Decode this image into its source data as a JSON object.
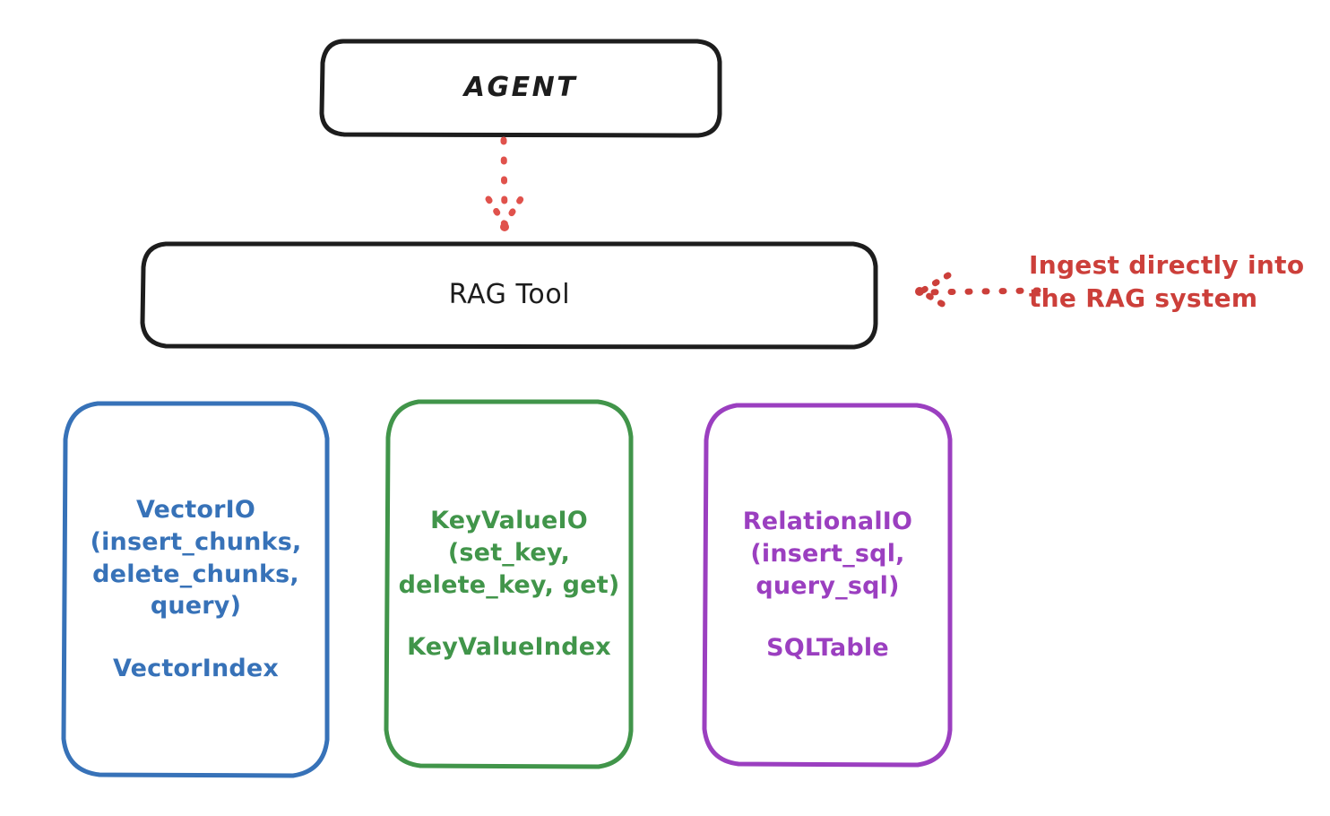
{
  "diagram": {
    "title_hidden": "RAG Tool architecture",
    "background": "#ffffff",
    "nodes": {
      "agent": {
        "label": "AGENT",
        "stroke": "#1d1d1d",
        "shape": "rounded-rectangle"
      },
      "rag_tool": {
        "label": "RAG Tool",
        "stroke": "#1d1d1d",
        "shape": "rounded-rectangle"
      },
      "vector_io": {
        "label": "VectorIO\n(insert_chunks,\ndelete_chunks,\nquery)",
        "secondary_label": "VectorIndex",
        "stroke": "#3772b8",
        "shape": "rounded-rectangle"
      },
      "key_value_io": {
        "label": "KeyValueIO\n(set_key,\ndelete_key, get)",
        "secondary_label": "KeyValueIndex",
        "stroke": "#41954a",
        "shape": "rounded-rectangle"
      },
      "relational_io": {
        "label": "RelationalIO\n(insert_sql,\nquery_sql)",
        "secondary_label": "SQLTable",
        "stroke": "#9b3fc0",
        "shape": "rounded-rectangle"
      }
    },
    "annotations": {
      "ingest": {
        "text": "Ingest directly into\nthe RAG system",
        "color": "#cc3f3a"
      }
    },
    "connectors": {
      "agent_to_rag_tool": {
        "style": "dotted",
        "color": "#e0524c",
        "direction": "down",
        "arrowhead": true
      },
      "ingest_to_rag_tool": {
        "style": "dotted",
        "color": "#cc3f3a",
        "direction": "left",
        "arrowhead": true
      }
    }
  }
}
